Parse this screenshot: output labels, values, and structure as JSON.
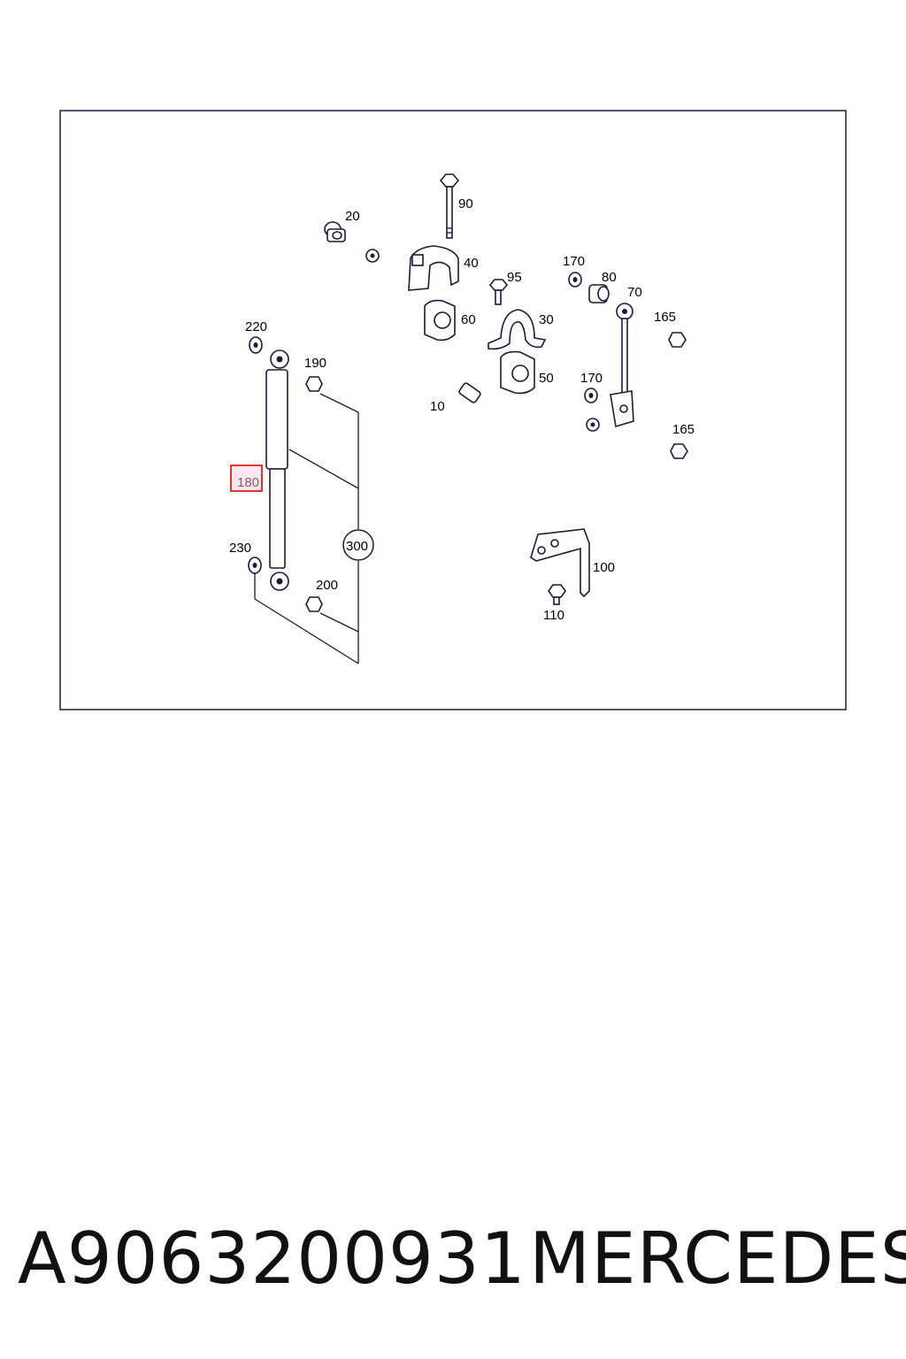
{
  "callouts": {
    "c10": "10",
    "c20": "20",
    "c30": "30",
    "c40": "40",
    "c50": "50",
    "c60": "60",
    "c70": "70",
    "c80": "80",
    "c90": "90",
    "c95": "95",
    "c100": "100",
    "c110": "110",
    "c165a": "165",
    "c165b": "165",
    "c170a": "170",
    "c170b": "170",
    "c180": "180",
    "c190": "190",
    "c200": "200",
    "c220": "220",
    "c230": "230",
    "c300": "300"
  },
  "highlight": {
    "color": "#e02020",
    "label": "180"
  },
  "caption": {
    "part_number": "A9063200931",
    "brand": "MERCEDES"
  }
}
